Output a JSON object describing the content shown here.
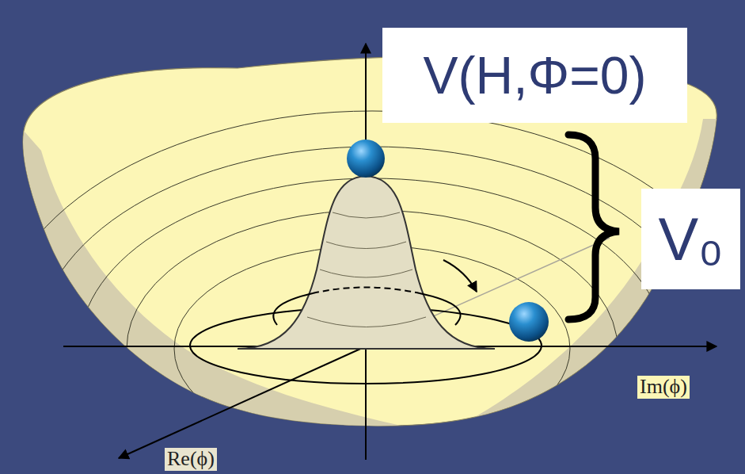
{
  "diagram": {
    "nodes": [
      {
        "text": [
          "V(H,Φ=0)"
        ]
      },
      {
        "text": [
          "V₀"
        ]
      }
    ],
    "labels": [
      "Im(ϕ)",
      "Re(ϕ)"
    ]
  }
}
